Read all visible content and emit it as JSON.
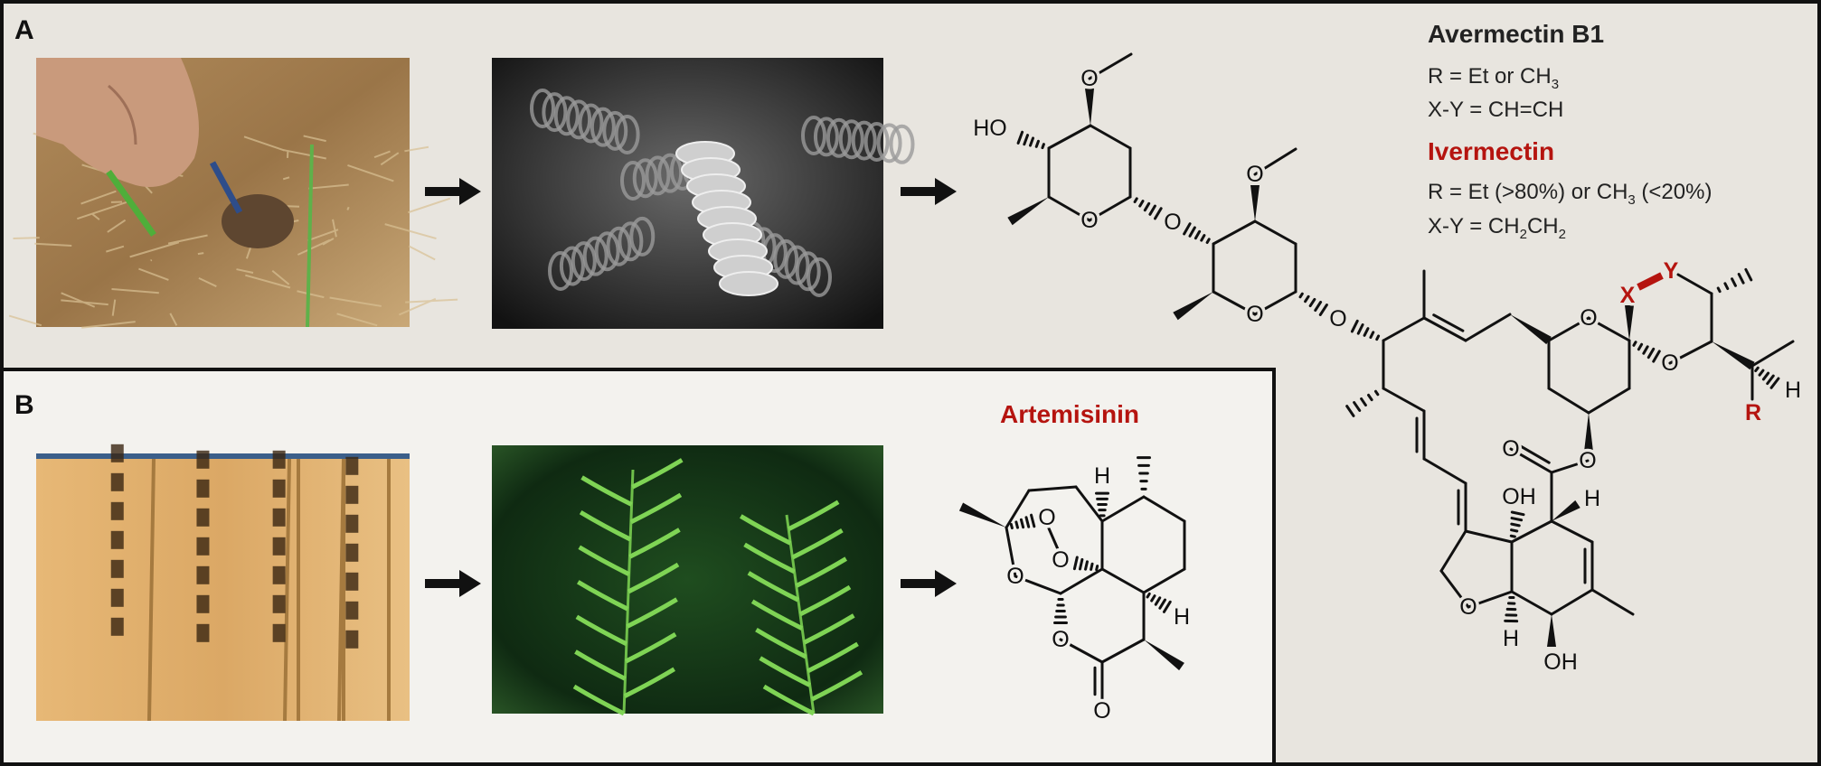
{
  "panels": {
    "a_label": "A",
    "b_label": "B"
  },
  "avermectin": {
    "title": "Avermectin B1",
    "r_line": "R = Et or CH",
    "r_sub": "3",
    "xy_line": "X-Y = CH=CH"
  },
  "ivermectin": {
    "title": "Ivermectin",
    "r_line_a": "R = Et (>80%) or CH",
    "r_sub": "3",
    "r_line_b": " (<20%)",
    "xy_pre": "X-Y = CH",
    "xy_sub1": "2",
    "xy_mid": "CH",
    "xy_sub2": "2"
  },
  "artemisinin": {
    "title": "Artemisinin"
  },
  "atom_labels": {
    "O": "O",
    "HO": "HO",
    "OH": "OH",
    "H": "H",
    "R": "R",
    "X": "X",
    "Y": "Y"
  },
  "colors": {
    "accent": "#b5140f",
    "panel_a_bg": "#e8e5df",
    "panel_b_bg": "#f3f2ee",
    "frame": "#111111"
  }
}
